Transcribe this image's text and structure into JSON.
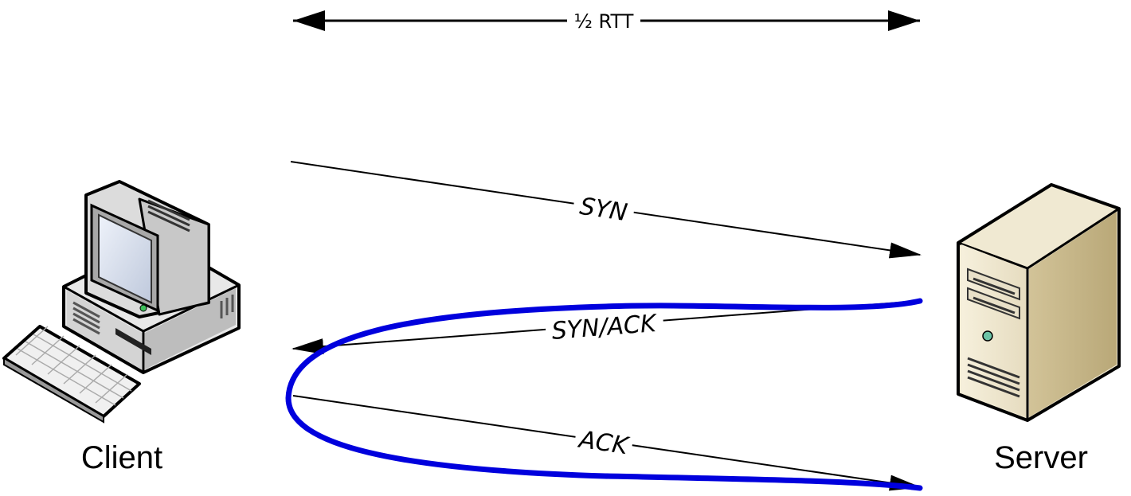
{
  "rtt_label": "½ RTT",
  "messages": {
    "syn": "SYN",
    "synack": "SYN/ACK",
    "ack": "ACK"
  },
  "nodes": {
    "client": "Client",
    "server": "Server"
  },
  "colors": {
    "annotation_curve": "#0000dd"
  }
}
